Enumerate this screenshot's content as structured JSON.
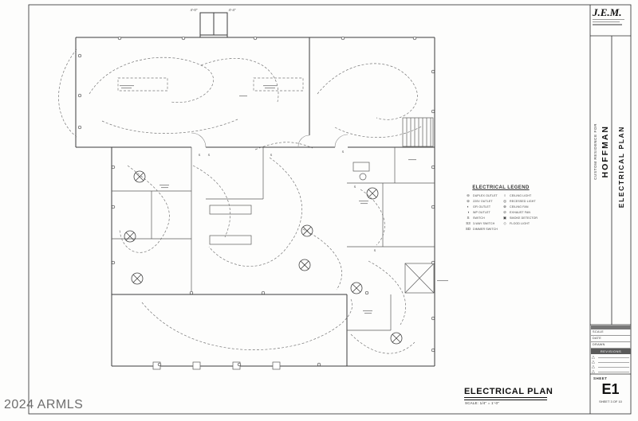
{
  "sheet": {
    "watermark": "2024 ARMLS",
    "plan_title": "ELECTRICAL PLAN",
    "plan_scale_note": "SCALE: 1/4\" = 1'-0\""
  },
  "plan": {
    "dim_left": "4'-0\"",
    "dim_right": "4'-4\"",
    "switch_glyph": "S"
  },
  "legend": {
    "title": "ELECTRICAL LEGEND",
    "left_items": [
      {
        "symbol": "⊖",
        "label": "DUPLEX OUTLET"
      },
      {
        "symbol": "⊜",
        "label": "220V OUTLET"
      },
      {
        "symbol": "◐",
        "label": "GFI OUTLET"
      },
      {
        "symbol": "◑",
        "label": "WP OUTLET"
      },
      {
        "symbol": "S",
        "label": "SWITCH"
      },
      {
        "symbol": "S3",
        "label": "3-WAY SWITCH"
      },
      {
        "symbol": "SD",
        "label": "DIMMER SWITCH"
      }
    ],
    "right_items": [
      {
        "symbol": "○",
        "label": "CEILING LIGHT"
      },
      {
        "symbol": "◎",
        "label": "RECESSED LIGHT"
      },
      {
        "symbol": "⊗",
        "label": "CEILING FAN"
      },
      {
        "symbol": "⊘",
        "label": "EXHAUST FAN"
      },
      {
        "symbol": "▣",
        "label": "SMOKE DETECTOR"
      },
      {
        "symbol": "◇",
        "label": "FLOOD LIGHT"
      }
    ]
  },
  "titleblock": {
    "logo": "J.E.M.",
    "project_label": "CUSTOM RESIDENCE FOR",
    "project_name": "HOFFMAN",
    "sheet_title": "ELECTRICAL PLAN",
    "info_rows": [
      {
        "label": "SCALE"
      },
      {
        "label": "DATE"
      },
      {
        "label": "DRAWN"
      }
    ],
    "revisions_label": "REVISIONS",
    "delta_glyph": "△",
    "sheet_label": "SHEET",
    "sheet_number": "E1",
    "sheet_of": "SHEET 3 OF 10"
  }
}
